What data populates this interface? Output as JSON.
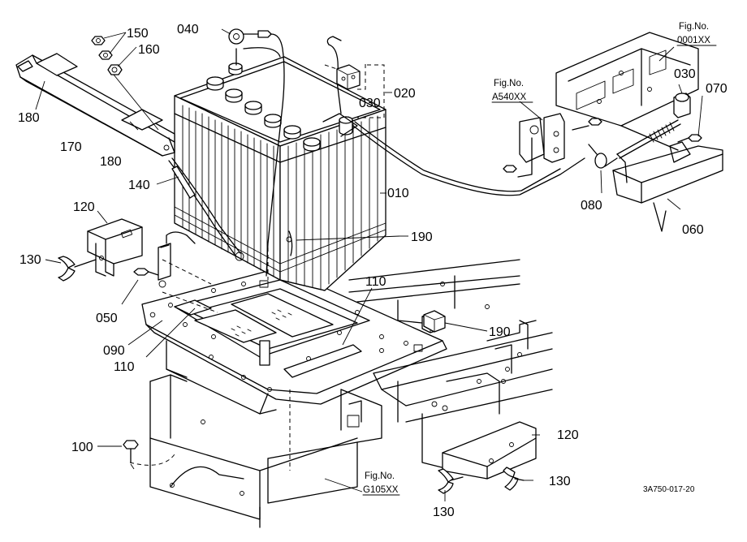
{
  "callouts": {
    "p010": "010",
    "p020": "020",
    "p030a": "030",
    "p030b": "030",
    "p040": "040",
    "p050": "050",
    "p060": "060",
    "p070": "070",
    "p080": "080",
    "p090": "090",
    "p100": "100",
    "p110a": "110",
    "p110b": "110",
    "p120a": "120",
    "p120b": "120",
    "p130a": "130",
    "p130b": "130",
    "p130c": "130",
    "p140": "140",
    "p150": "150",
    "p160": "160",
    "p170": "170",
    "p180a": "180",
    "p180b": "180",
    "p190a": "190",
    "p190b": "190"
  },
  "fig_refs": {
    "ref1_title": "Fig.No.",
    "ref1_num": "0001XX",
    "ref2_title": "Fig.No.",
    "ref2_num": "A540XX",
    "ref3_title": "Fig.No.",
    "ref3_num": "G105XX"
  },
  "drawing_code": "3A750-017-20"
}
